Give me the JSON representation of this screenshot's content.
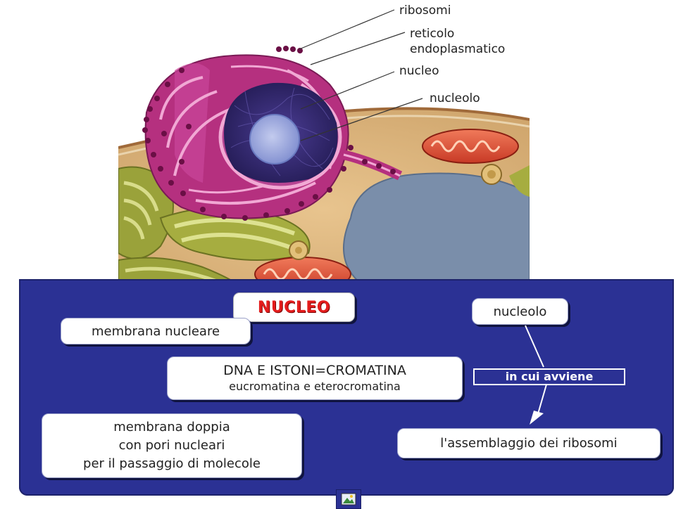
{
  "illustration": {
    "labels": {
      "ribosomi": "ribosomi",
      "reticolo_line1": "reticolo",
      "reticolo_line2": "endoplasmatico",
      "nucleo": "nucleo",
      "nucleolo": "nucleolo"
    }
  },
  "concept_map": {
    "title": "NUCLEO",
    "nodes": {
      "membrana_nucleare": "membrana nucleare",
      "dna_line1": "DNA E ISTONI=CROMATINA",
      "dna_line2": "eucromatina e eterocromatina",
      "membrana_doppia_line1": "membrana doppia",
      "membrana_doppia_line2": "con pori nucleari",
      "membrana_doppia_line3": "per il passaggio di molecole",
      "nucleolo": "nucleolo",
      "assemblaggio": "l'assemblaggio dei ribosomi"
    },
    "link_label": "in cui avviene"
  },
  "colors": {
    "panel_bg": "#2b3194",
    "title_red": "#e41d1d",
    "nucleus_purple": "#3a2a7a",
    "er_magenta": "#b5307f"
  }
}
